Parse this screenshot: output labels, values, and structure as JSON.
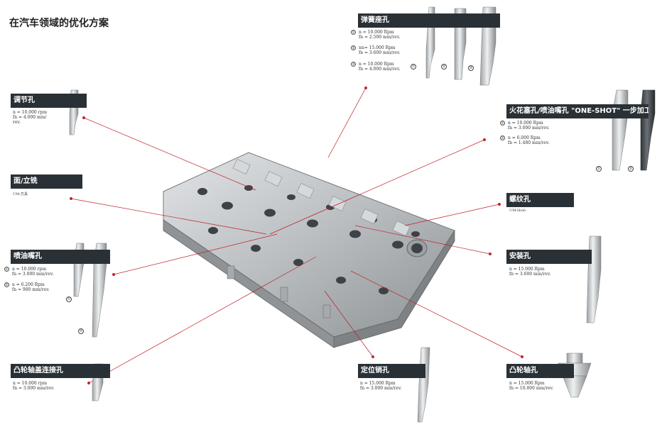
{
  "title": "在汽车领域的优化方案",
  "sections": {
    "spring": {
      "label": "弹簧座孔",
      "specs": [
        {
          "num": "①",
          "l1": "n = 10.000 Rpm",
          "l2": "fn = 2.500 mm/rev."
        },
        {
          "num": "②",
          "l1": "nn= 15.000 Rpm",
          "l2": "fn = 3.600 mm/rev."
        },
        {
          "num": "③",
          "l1": "n = 10.000 Rpm",
          "l2": "fn = 4.000 mm/rev."
        }
      ],
      "tools": [
        "①",
        "②",
        "③"
      ]
    },
    "adjust": {
      "label": "调节孔",
      "specs": [
        {
          "l1": "n = 10.000 rpm",
          "l2": "fn = 4.000 mm/",
          "l3": "rev."
        }
      ]
    },
    "spark": {
      "label": "火花塞孔/喷油嘴孔 \"ONE-SHOT\" 一步加工",
      "specs": [
        {
          "num": "①",
          "l1": "n = 10.000 Rpm",
          "l2": "fn = 3.000 mm/rev."
        },
        {
          "num": "②",
          "l1": "n = 6.000 Rpm",
          "l2": "fn = 1.480 mm/rev."
        }
      ],
      "tools": [
        "①",
        "②"
      ]
    },
    "face": {
      "label": "面/立铣",
      "tag": "UM-万具"
    },
    "thread": {
      "label": "螺纹孔",
      "tag": "UM-Hole"
    },
    "injector": {
      "label": "喷油嘴孔",
      "specs": [
        {
          "num": "①",
          "l1": "n = 10.000 rpm",
          "l2": "fn = 3.000 mm/rev."
        },
        {
          "num": "②",
          "l1": "n = 6.200 Rpm",
          "l2": "fn = 980 mm/rev."
        }
      ],
      "tools": [
        "①",
        "②"
      ]
    },
    "mount": {
      "label": "安装孔",
      "specs": [
        {
          "l1": "n = 15.000 Rpm",
          "l2": "fn = 3.600 mm/rev."
        }
      ]
    },
    "camcover": {
      "label": "凸轮轴盖连接孔",
      "specs": [
        {
          "l1": "n = 10.000 rpm",
          "l2": "fn = 3.000 mm/rev."
        }
      ]
    },
    "dowel": {
      "label": "定位销孔",
      "specs": [
        {
          "l1": "n = 15.000 Rpm",
          "l2": "fn = 3.000 mm/rev."
        }
      ]
    },
    "camshaft": {
      "label": "凸轮轴孔",
      "specs": [
        {
          "l1": "n = 15.000 Rpm",
          "l2": "fn = 10.000 mm/rev."
        }
      ]
    }
  },
  "colors": {
    "bar": "#2a3136",
    "leader": "#c0202a",
    "metal": "#b9bdc0"
  }
}
